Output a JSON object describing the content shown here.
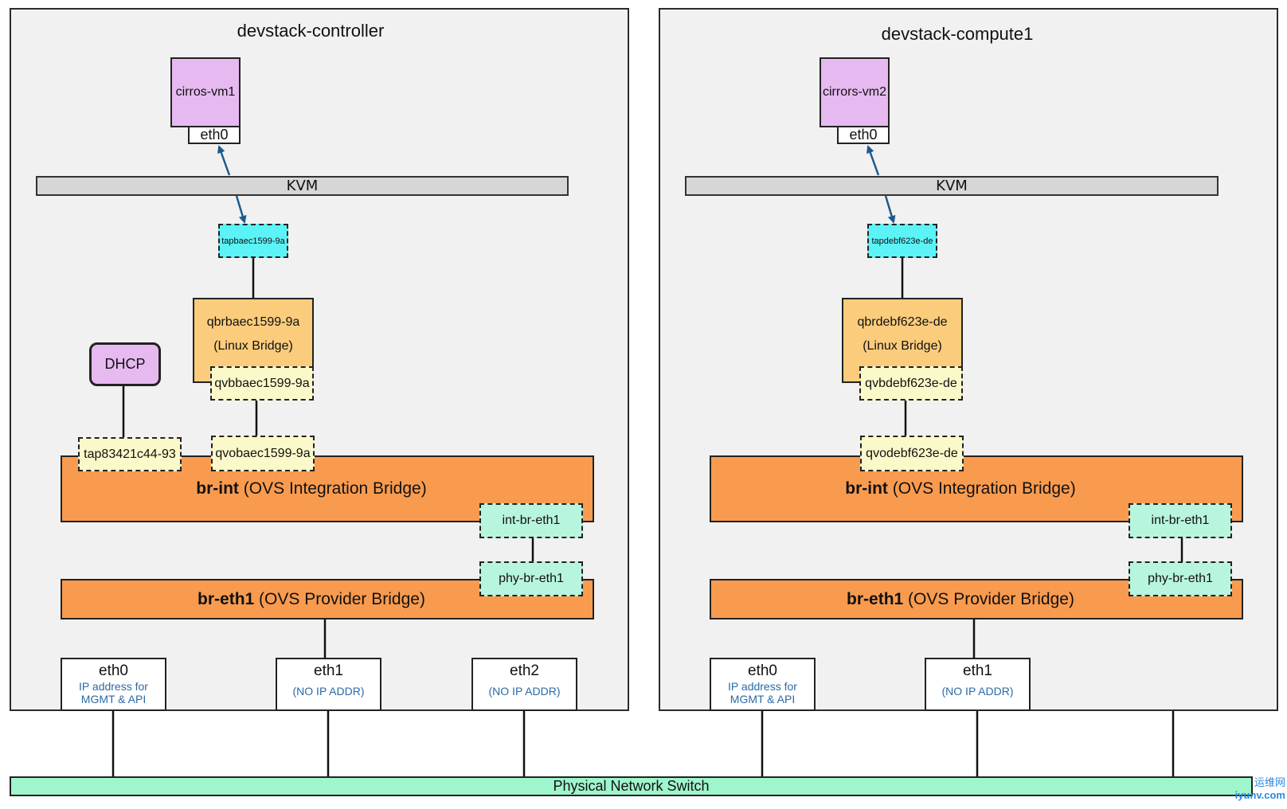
{
  "hosts": [
    {
      "title": "devstack-controller",
      "vm_name": "cirros-vm1",
      "vm_port": "eth0",
      "kvm": "KVM",
      "tap": "tapbaec1599-9a",
      "linux_bridge_name": "qbrbaec1599-9a",
      "linux_bridge_type": "(Linux Bridge)",
      "qvb": "qvbbaec1599-9a",
      "qvo": "qvobaec1599-9a",
      "dhcp": "DHCP",
      "dhcp_tap": "tap83421c44-93",
      "br_int_bold": "br-int",
      "br_int_rest": " (OVS Integration Bridge)",
      "int_patch": "int-br-eth1",
      "phy_patch": "phy-br-eth1",
      "br_eth1_bold": "br-eth1",
      "br_eth1_rest": " (OVS Provider Bridge)",
      "nics": [
        {
          "name": "eth0",
          "line1": "IP address for",
          "line2": "MGMT & API"
        },
        {
          "name": "eth1",
          "line1": "(NO IP ADDR)",
          "line2": ""
        },
        {
          "name": "eth2",
          "line1": "(NO IP ADDR)",
          "line2": ""
        }
      ]
    },
    {
      "title": "devstack-compute1",
      "vm_name": "cirrors-vm2",
      "vm_port": "eth0",
      "kvm": "KVM",
      "tap": "tapdebf623e-de",
      "linux_bridge_name": "qbrdebf623e-de",
      "linux_bridge_type": "(Linux Bridge)",
      "qvb": "qvbdebf623e-de",
      "qvo": "qvodebf623e-de",
      "br_int_bold": "br-int",
      "br_int_rest": " (OVS Integration Bridge)",
      "int_patch": "int-br-eth1",
      "phy_patch": "phy-br-eth1",
      "br_eth1_bold": "br-eth1",
      "br_eth1_rest": " (OVS Provider Bridge)",
      "nics": [
        {
          "name": "eth0",
          "line1": "IP address for",
          "line2": "MGMT & API"
        },
        {
          "name": "eth1",
          "line1": "(NO IP ADDR)",
          "line2": ""
        }
      ]
    }
  ],
  "switch": "Physical Network Switch",
  "watermark": {
    "line1": "运维网",
    "line2": "iyunv.com"
  }
}
